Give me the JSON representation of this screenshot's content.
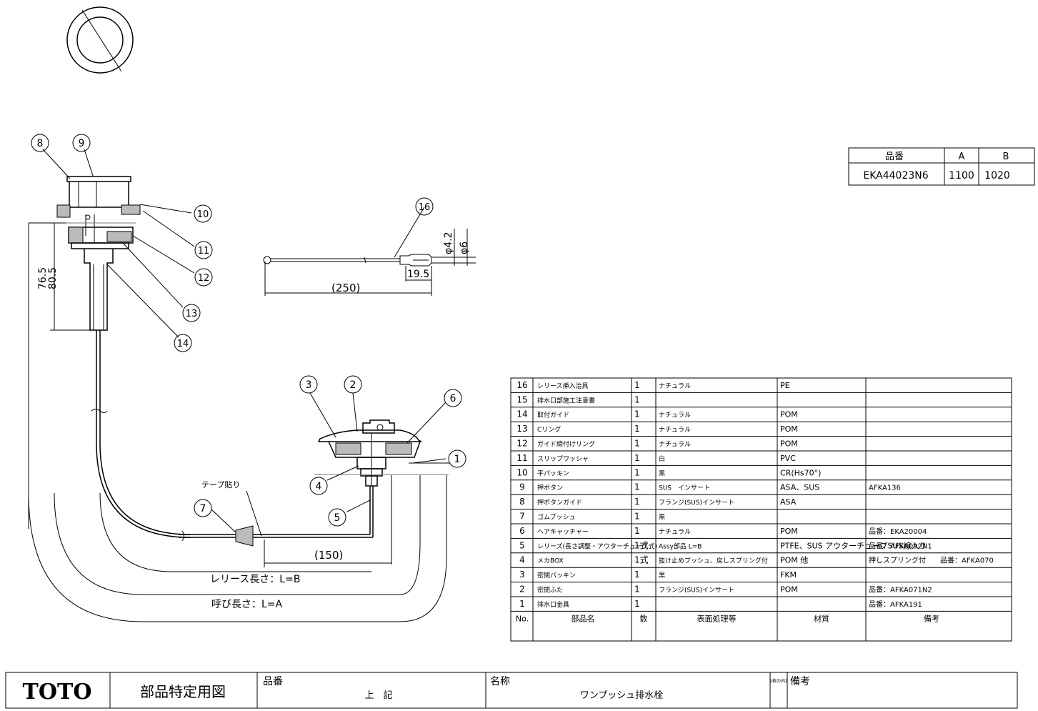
{
  "spec_table": {
    "headers": [
      "品番",
      "A",
      "B"
    ],
    "row": [
      "EKA44023N6",
      "1100",
      "1020"
    ]
  },
  "balloons": [
    "1",
    "2",
    "3",
    "4",
    "5",
    "6",
    "7",
    "8",
    "9",
    "10",
    "11",
    "12",
    "13",
    "14",
    "16"
  ],
  "dimensions": {
    "d76": "76.5",
    "d80": "80.5",
    "d42": "φ4.2",
    "d6": "φ6",
    "d195": "19.5",
    "d250": "(250)",
    "d150": "(150)",
    "release_len": "レリース長さ：L=B",
    "nominal_len": "呼び長さ：L=A",
    "tape": "テープ貼り"
  },
  "parts": [
    {
      "no": "16",
      "name": "レリース挿入治具",
      "qty": "1",
      "finish": "ナチュラル",
      "material": "PE",
      "note": ""
    },
    {
      "no": "15",
      "name": "排水口部施工注意書",
      "qty": "1",
      "finish": "",
      "material": "",
      "note": ""
    },
    {
      "no": "14",
      "name": "取付ガイド",
      "qty": "1",
      "finish": "ナチュラル",
      "material": "POM",
      "note": ""
    },
    {
      "no": "13",
      "name": "Cリング",
      "qty": "1",
      "finish": "ナチュラル",
      "material": "POM",
      "note": ""
    },
    {
      "no": "12",
      "name": "ガイド締付けリング",
      "qty": "1",
      "finish": "ナチュラル",
      "material": "POM",
      "note": ""
    },
    {
      "no": "11",
      "name": "スリップワッシャ",
      "qty": "1",
      "finish": "白",
      "material": "PVC",
      "note": ""
    },
    {
      "no": "10",
      "name": "平パッキン",
      "qty": "1",
      "finish": "黒",
      "material": "CR(Hs70°)",
      "note": ""
    },
    {
      "no": "9",
      "name": "押ボタン",
      "qty": "1",
      "finish": "SUS　インサート",
      "material": "ASA、SUS",
      "note": "AFKA136"
    },
    {
      "no": "8",
      "name": "押ボタンガイド",
      "qty": "1",
      "finish": "フランジ(SUS)インサート",
      "material": "ASA",
      "note": ""
    },
    {
      "no": "7",
      "name": "ゴムブッシュ",
      "qty": "1",
      "finish": "黒",
      "material": "",
      "note": ""
    },
    {
      "no": "6",
      "name": "ヘアキャッチャー",
      "qty": "1",
      "finish": "ナチュラル",
      "material": "POM",
      "note": "品番：EKA20004"
    },
    {
      "no": "5",
      "name": "レリーズ(長さ調整・アウターチューブ式)",
      "qty": "1式",
      "finish": "Assy部品 L=B",
      "material": "PTFE、SUS アウターチューブSUS線入り",
      "note": "品番：AFKA092N1"
    },
    {
      "no": "4",
      "name": "メカBOX",
      "qty": "1式",
      "finish": "抜け止めブッシュ、戻しスプリング付",
      "material": "POM 他",
      "note": "押しスプリング付　　品番：AFKA070"
    },
    {
      "no": "3",
      "name": "密閉パッキン",
      "qty": "1",
      "finish": "黒",
      "material": "FKM",
      "note": ""
    },
    {
      "no": "2",
      "name": "密閉ふた",
      "qty": "1",
      "finish": "フランジ(SUS)インサート",
      "material": "POM",
      "note": "品番：AFKA071N2"
    },
    {
      "no": "1",
      "name": "排水口金具",
      "qty": "1",
      "finish": "",
      "material": "",
      "note": "品番：AFKA191"
    }
  ],
  "parts_header": {
    "no": "No.",
    "name": "部品名",
    "qty": "数",
    "finish": "表面処理等",
    "material": "材質",
    "note": "備考"
  },
  "title_block": {
    "brand": "TOTO",
    "doc_type": "部品特定用図",
    "hinban_label": "品番",
    "hinban_value": "上　記",
    "name_label": "名称",
    "name_value": "ワンプッシュ排水栓",
    "sheet": "1枚の内1",
    "remarks_label": "備考"
  }
}
